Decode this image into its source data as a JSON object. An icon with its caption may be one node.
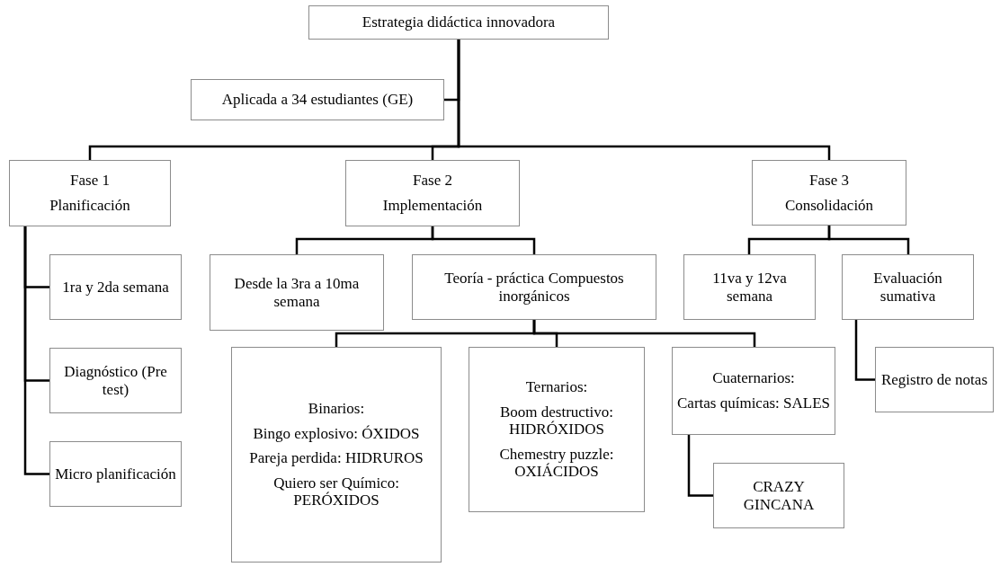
{
  "diagram": {
    "nodes": [
      {
        "text": [
          "Estrategia didáctica innovadora"
        ]
      },
      {
        "text": [
          "Aplicada a 34 estudiantes (GE)"
        ]
      },
      {
        "text": [
          "Fase 1",
          "Planificación"
        ]
      },
      {
        "text": [
          "Fase 2",
          "Implementación"
        ]
      },
      {
        "text": [
          "Fase 3",
          "Consolidación"
        ]
      },
      {
        "text": [
          "1ra y 2da semana"
        ]
      },
      {
        "text": [
          "Diagnóstico (Pre test)"
        ]
      },
      {
        "text": [
          "Micro planificación"
        ]
      },
      {
        "text": [
          "Desde la 3ra a 10ma semana"
        ]
      },
      {
        "text": [
          "Teoría - práctica Compuestos inorgánicos"
        ]
      },
      {
        "text": [
          "11va y 12va semana"
        ]
      },
      {
        "text": [
          "Evaluación sumativa"
        ]
      },
      {
        "text": [
          "Binarios:",
          "Bingo explosivo: ÓXIDOS",
          "Pareja perdida: HIDRUROS",
          "Quiero ser Químico: PERÓXIDOS"
        ]
      },
      {
        "text": [
          "Ternarios:",
          "Boom destructivo: HIDRÓXIDOS",
          "Chemestry puzzle: OXIÁCIDOS"
        ]
      },
      {
        "text": [
          "Cuaternarios:",
          "Cartas químicas: SALES"
        ]
      },
      {
        "text": [
          "Registro de notas"
        ]
      },
      {
        "text": [
          "CRAZY GINCANA"
        ]
      }
    ],
    "edges": [
      {
        "from": 0,
        "to": 1,
        "arrow": "none"
      },
      {
        "from": 0,
        "to": 2,
        "arrow": "none"
      },
      {
        "from": 0,
        "to": 3,
        "arrow": "none"
      },
      {
        "from": 0,
        "to": 4,
        "arrow": "none"
      },
      {
        "from": 2,
        "to": 5,
        "arrow": "none"
      },
      {
        "from": 2,
        "to": 6,
        "arrow": "none"
      },
      {
        "from": 2,
        "to": 7,
        "arrow": "none"
      },
      {
        "from": 3,
        "to": 8,
        "arrow": "none"
      },
      {
        "from": 3,
        "to": 9,
        "arrow": "none"
      },
      {
        "from": 4,
        "to": 10,
        "arrow": "none"
      },
      {
        "from": 4,
        "to": 11,
        "arrow": "none"
      },
      {
        "from": 9,
        "to": 12,
        "arrow": "none"
      },
      {
        "from": 9,
        "to": 13,
        "arrow": "none"
      },
      {
        "from": 9,
        "to": 14,
        "arrow": "none"
      },
      {
        "from": 14,
        "to": 16,
        "arrow": "none"
      },
      {
        "from": 11,
        "to": 15,
        "arrow": "none"
      }
    ]
  }
}
